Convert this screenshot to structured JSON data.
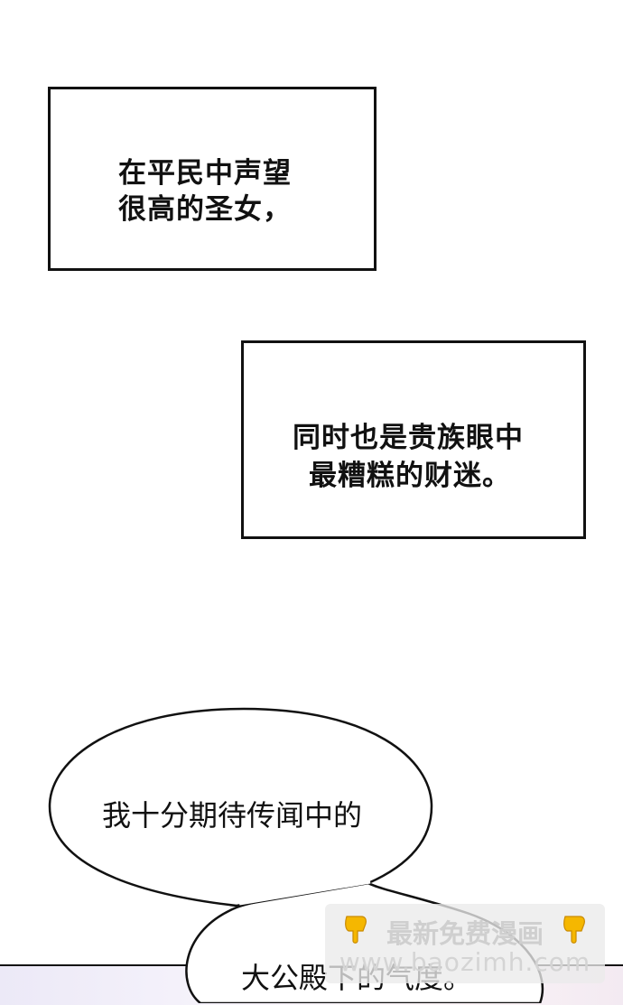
{
  "narration_boxes": [
    {
      "lines": [
        "在平民中声望",
        "很高的圣女，"
      ]
    },
    {
      "lines": [
        "同时也是贵族眼中",
        "最糟糕的财迷。"
      ]
    }
  ],
  "speech_bubbles": [
    {
      "lines": [
        "我十分期待传闻中的"
      ]
    },
    {
      "lines": [
        "大公殿下的气度。"
      ]
    }
  ],
  "watermark": {
    "title": "最新免费漫画",
    "url": "www.baozimh.com",
    "hand_icon": "pointing-down-hand-icon",
    "color": "#f5b700"
  }
}
